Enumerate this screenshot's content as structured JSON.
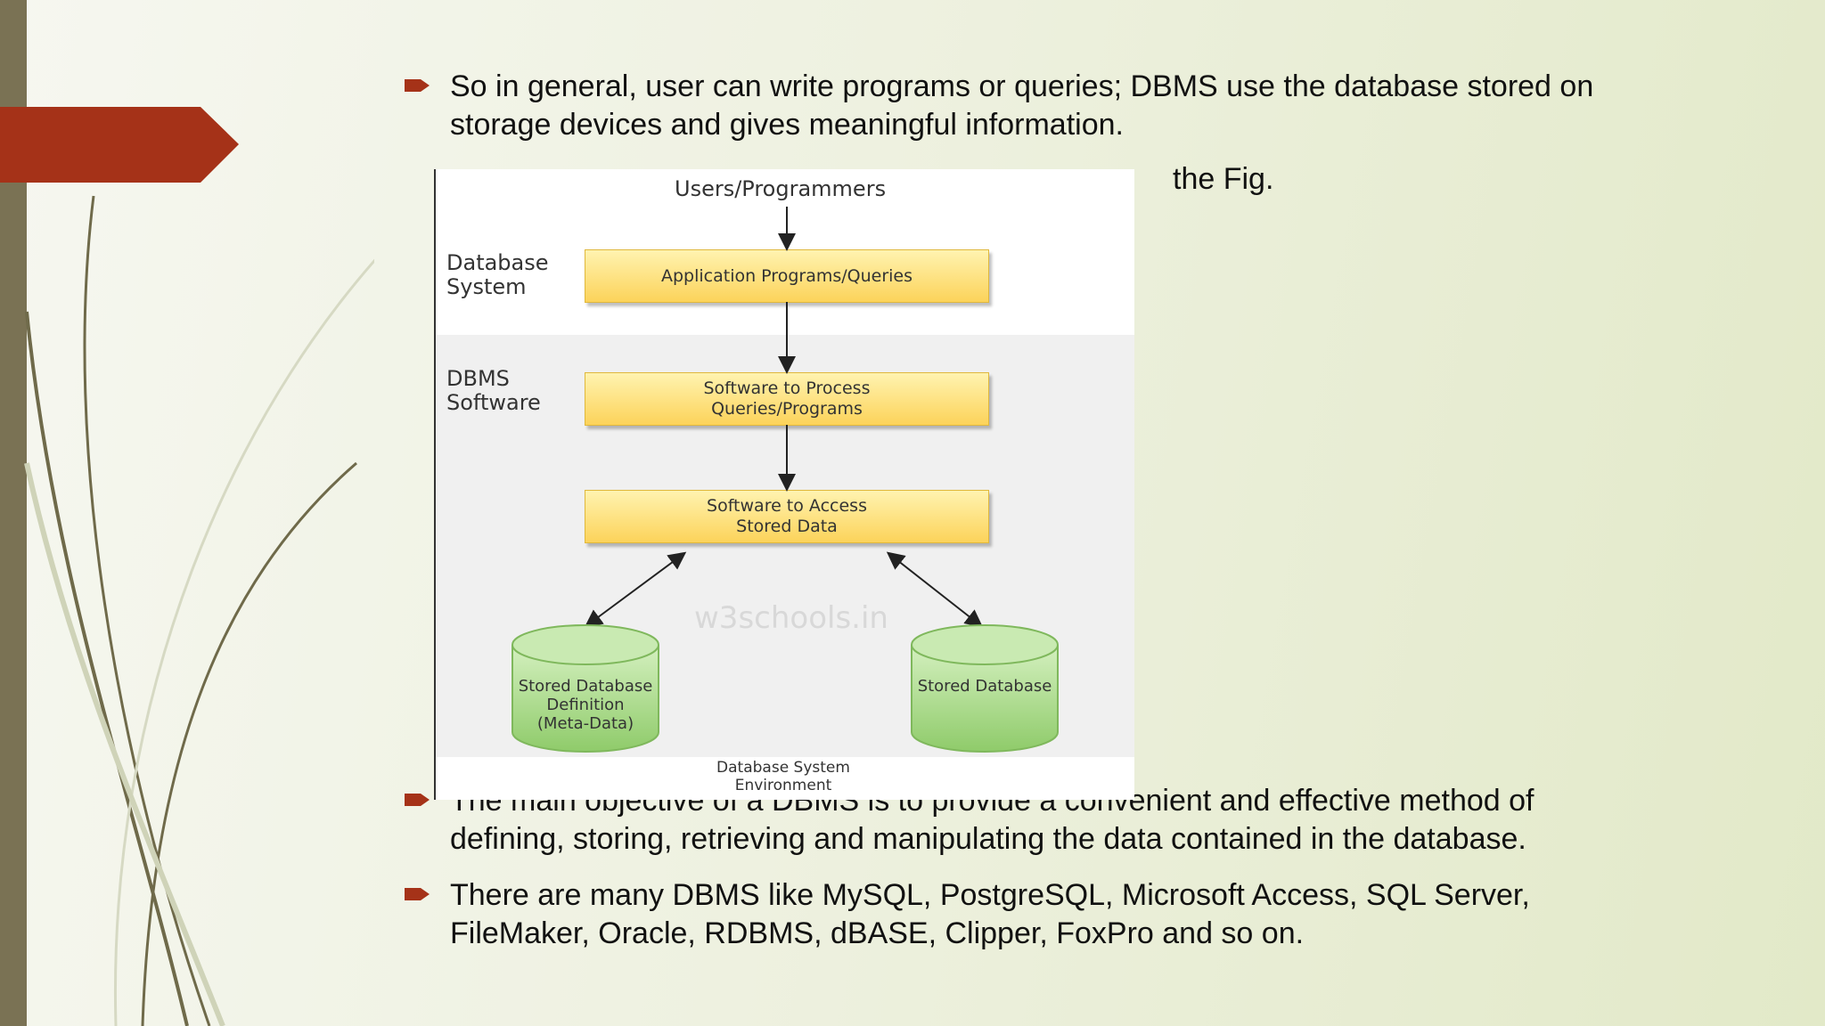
{
  "slide": {
    "colors": {
      "accent_red": "#a53218",
      "left_bar": "#7a7254",
      "box_yellow": "#fcd35a",
      "cylinder_green": "#9fd47c"
    },
    "bullets": [
      {
        "text": "So in general, user can write programs or queries; DBMS use the database stored on storage devices and gives meaningful information."
      },
      {
        "text": "The main objective of a DBMS is to provide a convenient and effective method of defining, storing, retrieving and manipulating the data contained in the database."
      },
      {
        "text": "There are many DBMS like MySQL, PostgreSQL, Microsoft Access, SQL Server, FileMaker, Oracle, RDBMS, dBASE, Clipper, FoxPro and so on."
      }
    ],
    "fig_caption_tail": "the Fig.",
    "bullet_icon": "arrow-bullet-icon"
  },
  "diagram": {
    "top_label": "Users/Programmers",
    "label_database_system": "Database\nSystem",
    "label_dbms_software": "DBMS\nSoftware",
    "box_app": "Application Programs/Queries",
    "box_process": "Software to Process\nQueries/Programs",
    "box_access": "Software to Access\nStored Data",
    "cyl_meta": "Stored Database\nDefinition\n(Meta-Data)",
    "cyl_db": "Stored Database",
    "watermark": "w3schools.in",
    "environment": "Database System\nEnvironment"
  }
}
